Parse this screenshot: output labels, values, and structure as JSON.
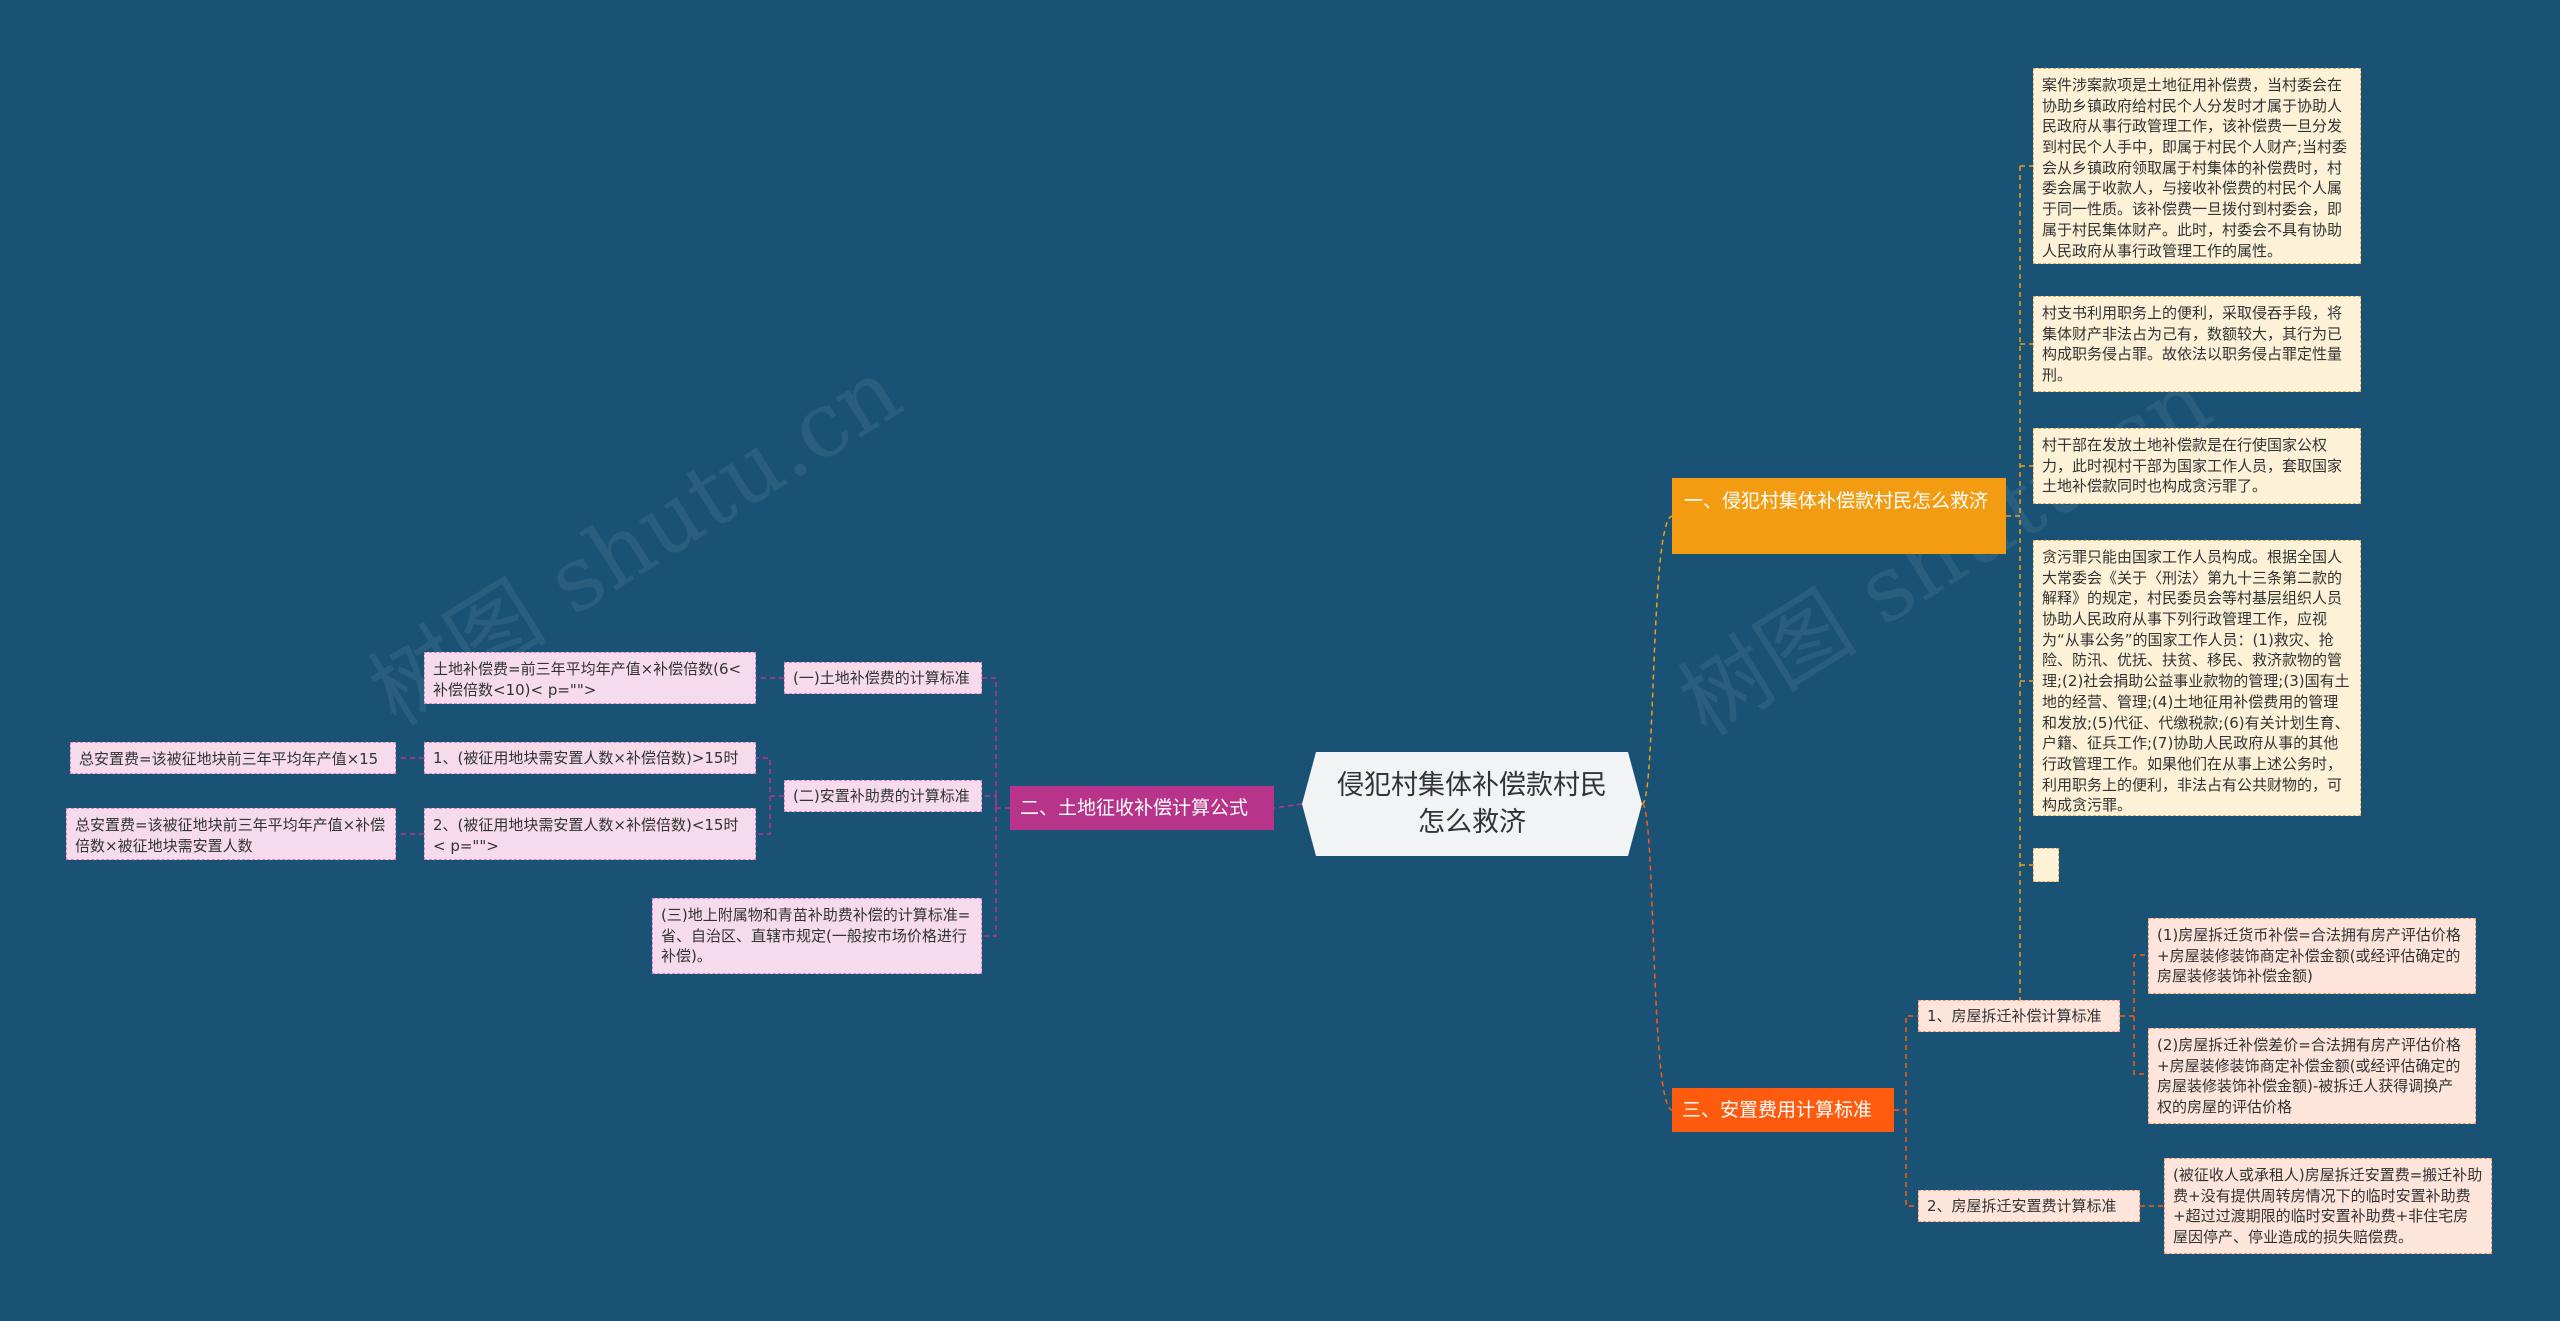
{
  "watermark": "树图 shutu.cn",
  "root": "侵犯村集体补偿款村民怎么救济",
  "branch1": {
    "title": "一、侵犯村集体补偿款村民怎么救济",
    "leaves": [
      "案件涉案款项是土地征用补偿费，当村委会在协助乡镇政府给村民个人分发时才属于协助人民政府从事行政管理工作，该补偿费一旦分发到村民个人手中，即属于村民个人财产;当村委会从乡镇政府领取属于村集体的补偿费时，村委会属于收款人，与接收补偿费的村民个人属于同一性质。该补偿费一旦拨付到村委会，即属于村民集体财产。此时，村委会不具有协助人民政府从事行政管理工作的属性。",
      "村支书利用职务上的便利，采取侵吞手段，将集体财产非法占为己有，数额较大，其行为已构成职务侵占罪。故依法以职务侵占罪定性量刑。",
      "村干部在发放土地补偿款是在行使国家公权力，此时视村干部为国家工作人员，套取国家土地补偿款同时也构成贪污罪了。",
      "贪污罪只能由国家工作人员构成。根据全国人大常委会《关于〈刑法〉第九十三条第二款的解释》的规定，村民委员会等村基层组织人员协助人民政府从事下列行政管理工作，应视为“从事公务”的国家工作人员：(1)救灾、抢险、防汛、优抚、扶贫、移民、救济款物的管理;(2)社会捐助公益事业款物的管理;(3)国有土地的经营、管理;(4)土地征用补偿费用的管理和发放;(5)代征、代缴税款;(6)有关计划生育、户籍、征兵工作;(7)协助人民政府从事的其他行政管理工作。如果他们在从事上述公务时，利用职务上的便利，非法占有公共财物的，可构成贪污罪。",
      ""
    ]
  },
  "branch2": {
    "title": "二、土地征收补偿计算公式",
    "sub1": {
      "label": "(一)土地补偿费的计算标准",
      "leaf": "土地补偿费=前三年平均年产值×补偿倍数(6<补偿倍数<10)< p=\"\">"
    },
    "sub2": {
      "label": "(二)安置补助费的计算标准",
      "case1": "1、(被征用地块需安置人数×补偿倍数)>15时",
      "case1_leaf": "总安置费=该被征地块前三年平均年产值×15",
      "case2": "2、(被征用地块需安置人数×补偿倍数)<15时< p=\"\">",
      "case2_leaf": "总安置费=该被征地块前三年平均年产值×补偿倍数×被征地块需安置人数"
    },
    "sub3": "(三)地上附属物和青苗补助费补偿的计算标准=省、自治区、直辖市规定(一般按市场价格进行补偿)。"
  },
  "branch3": {
    "title": "三、安置费用计算标准",
    "sub1": {
      "label": "1、房屋拆迁补偿计算标准",
      "leaves": [
        "(1)房屋拆迁货币补偿=合法拥有房产评估价格+房屋装修装饰商定补偿金额(或经评估确定的房屋装修装饰补偿金额)",
        "(2)房屋拆迁补偿差价=合法拥有房产评估价格+房屋装修装饰商定补偿金额(或经评估确定的房屋装修装饰补偿金额)-被拆迁人获得调换产权的房屋的评估价格"
      ]
    },
    "sub2": {
      "label": "2、房屋拆迁安置费计算标准",
      "leaf": "(被征收人或承租人)房屋拆迁安置费=搬迁补助费+没有提供周转房情况下的临时安置补助费+超过过渡期限的临时安置补助费+非住宅房屋因停产、停业造成的损失赔偿费。"
    }
  },
  "colors": {
    "background": "#1a5276",
    "branch1": "#f39c12",
    "branch2": "#b8348a",
    "branch3": "#ff5b0f"
  }
}
